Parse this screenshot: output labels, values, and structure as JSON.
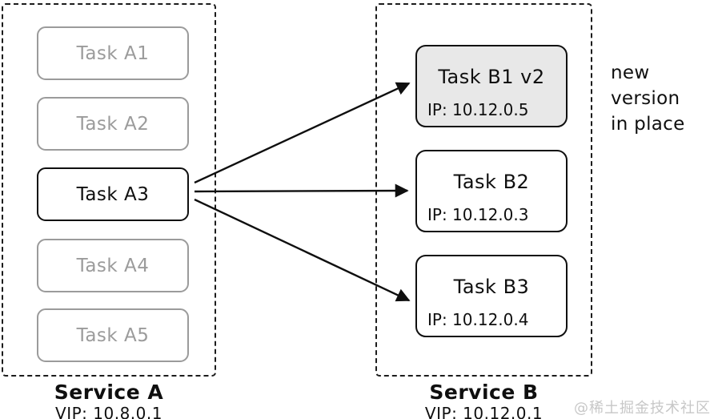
{
  "diagram": {
    "service_a": {
      "label": "Service A",
      "vip": "VIP: 10.8.0.1",
      "tasks": [
        {
          "label": "Task A1",
          "state": "inactive"
        },
        {
          "label": "Task A2",
          "state": "inactive"
        },
        {
          "label": "Task A3",
          "state": "active"
        },
        {
          "label": "Task A4",
          "state": "inactive"
        },
        {
          "label": "Task A5",
          "state": "inactive"
        }
      ]
    },
    "service_b": {
      "label": "Service B",
      "vip": "VIP: 10.12.0.1",
      "tasks": [
        {
          "label": "Task B1 v2",
          "ip": "IP: 10.12.0.5",
          "highlighted": true
        },
        {
          "label": "Task B2",
          "ip": "IP: 10.12.0.3",
          "highlighted": false
        },
        {
          "label": "Task B3",
          "ip": "IP: 10.12.0.4",
          "highlighted": false
        }
      ]
    },
    "edges": [
      {
        "from": "Task A3",
        "to": "Task B1 v2"
      },
      {
        "from": "Task A3",
        "to": "Task B2"
      },
      {
        "from": "Task A3",
        "to": "Task B3"
      }
    ],
    "annotation": "new version\nin place",
    "watermark": "@稀土掘金技术社区",
    "colors": {
      "active_stroke": "#0f0f0f",
      "inactive_stroke": "#9b9b9b",
      "highlight_fill": "#e8e8e8",
      "watermark_gray": "#c7c7c7"
    }
  }
}
